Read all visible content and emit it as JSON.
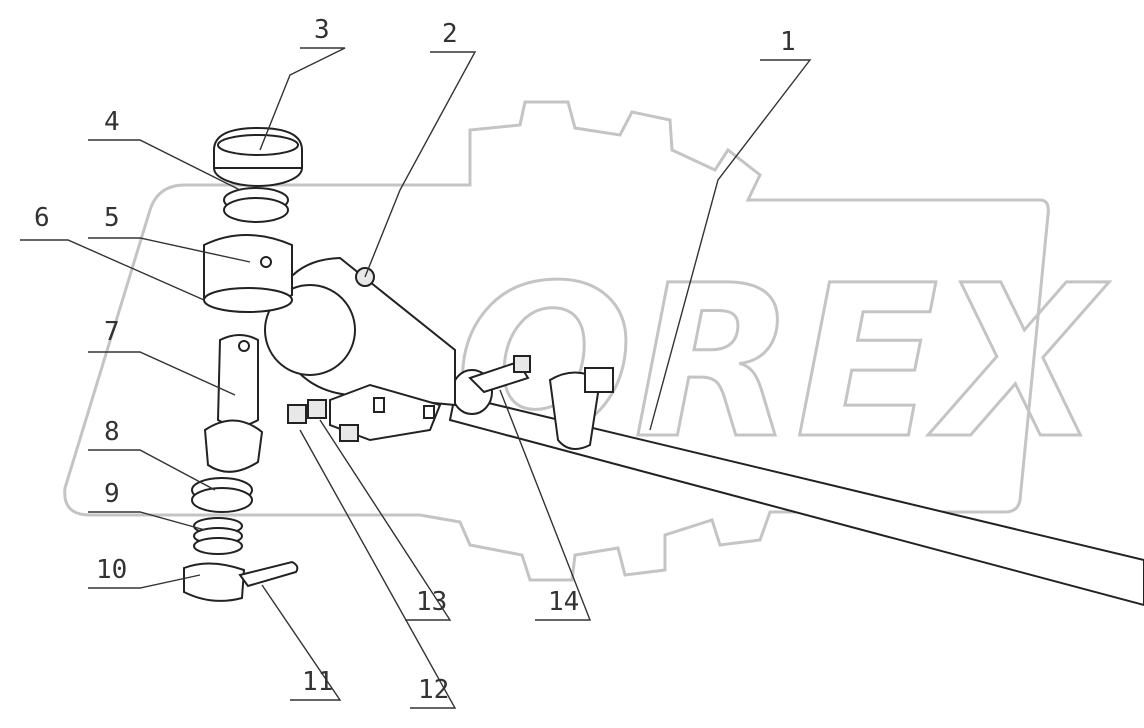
{
  "watermark": {
    "text": "OREX",
    "color": "#c4c4c4"
  },
  "callouts": [
    {
      "id": "c1",
      "label": "1"
    },
    {
      "id": "c2",
      "label": "2"
    },
    {
      "id": "c3",
      "label": "3"
    },
    {
      "id": "c4",
      "label": "4"
    },
    {
      "id": "c5",
      "label": "5"
    },
    {
      "id": "c6",
      "label": "6"
    },
    {
      "id": "c7",
      "label": "7"
    },
    {
      "id": "c8",
      "label": "8"
    },
    {
      "id": "c9",
      "label": "9"
    },
    {
      "id": "c10",
      "label": "10"
    },
    {
      "id": "c11",
      "label": "11"
    },
    {
      "id": "c12",
      "label": "12"
    },
    {
      "id": "c13",
      "label": "13"
    },
    {
      "id": "c14",
      "label": "14"
    }
  ]
}
